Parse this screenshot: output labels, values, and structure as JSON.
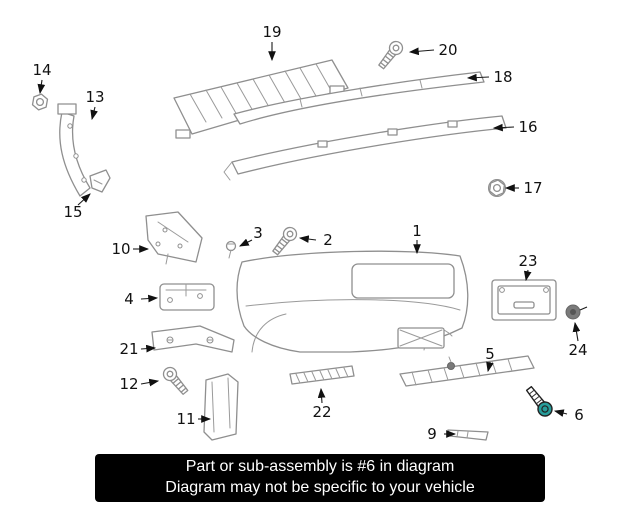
{
  "diagram": {
    "title": "rear-bumper-exploded-parts-diagram",
    "highlight_color": "#279D9B",
    "highlighted_part": "6",
    "callouts": [
      {
        "id": "19",
        "label": "19"
      },
      {
        "id": "20",
        "label": "20"
      },
      {
        "id": "14",
        "label": "14"
      },
      {
        "id": "18",
        "label": "18"
      },
      {
        "id": "13",
        "label": "13"
      },
      {
        "id": "16",
        "label": "16"
      },
      {
        "id": "15",
        "label": "15"
      },
      {
        "id": "17",
        "label": "17"
      },
      {
        "id": "10",
        "label": "10"
      },
      {
        "id": "3",
        "label": "3"
      },
      {
        "id": "2",
        "label": "2"
      },
      {
        "id": "1",
        "label": "1"
      },
      {
        "id": "23",
        "label": "23"
      },
      {
        "id": "4",
        "label": "4"
      },
      {
        "id": "24",
        "label": "24"
      },
      {
        "id": "21",
        "label": "21"
      },
      {
        "id": "5",
        "label": "5"
      },
      {
        "id": "12",
        "label": "12"
      },
      {
        "id": "22",
        "label": "22"
      },
      {
        "id": "11",
        "label": "11"
      },
      {
        "id": "9",
        "label": "9"
      },
      {
        "id": "6",
        "label": "6"
      }
    ]
  },
  "banner": {
    "line1": "Part or sub-assembly is #6 in diagram",
    "line2": "Diagram may not be specific to your vehicle"
  }
}
